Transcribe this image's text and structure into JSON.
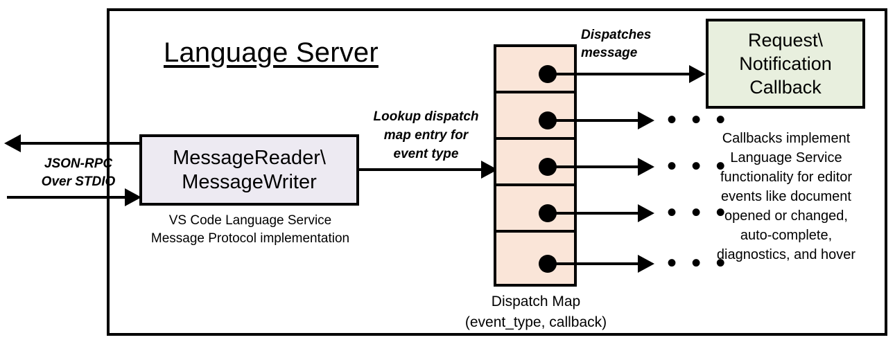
{
  "diagram": {
    "title": "Language Server",
    "frame_name": "language-server-boundary"
  },
  "io": {
    "label": "JSON-RPC\nOver STDIO",
    "outbound_arrow": "arrow-left-outbound",
    "inbound_arrow": "arrow-right-inbound"
  },
  "reader": {
    "title": "MessageReader\\\nMessageWriter",
    "caption": "VS Code Language Service\nMessage Protocol implementation",
    "fill": "#EDEAF2"
  },
  "lookup": {
    "label": "Lookup dispatch\nmap entry for\nevent type"
  },
  "dispatch_map": {
    "caption": "Dispatch Map\n(event_type, callback)",
    "fill": "#FAE5D8",
    "rows": [
      {
        "name": "dispatch-map-row-1",
        "target": "callback"
      },
      {
        "name": "dispatch-map-row-2",
        "target": "ellipsis"
      },
      {
        "name": "dispatch-map-row-3",
        "target": "ellipsis"
      },
      {
        "name": "dispatch-map-row-4",
        "target": "ellipsis"
      },
      {
        "name": "dispatch-map-row-5",
        "target": "ellipsis"
      }
    ],
    "ellipsis_glyph": "• • •"
  },
  "dispatch_arrow": {
    "label": "Dispatches\nmessage"
  },
  "callback": {
    "title": "Request\\\nNotification\nCallback",
    "caption": "Callbacks implement\nLanguage Service\nfunctionality for editor\nevents like document\nopened or changed,\nauto-complete,\ndiagnostics, and hover",
    "fill": "#E8EFDE"
  }
}
